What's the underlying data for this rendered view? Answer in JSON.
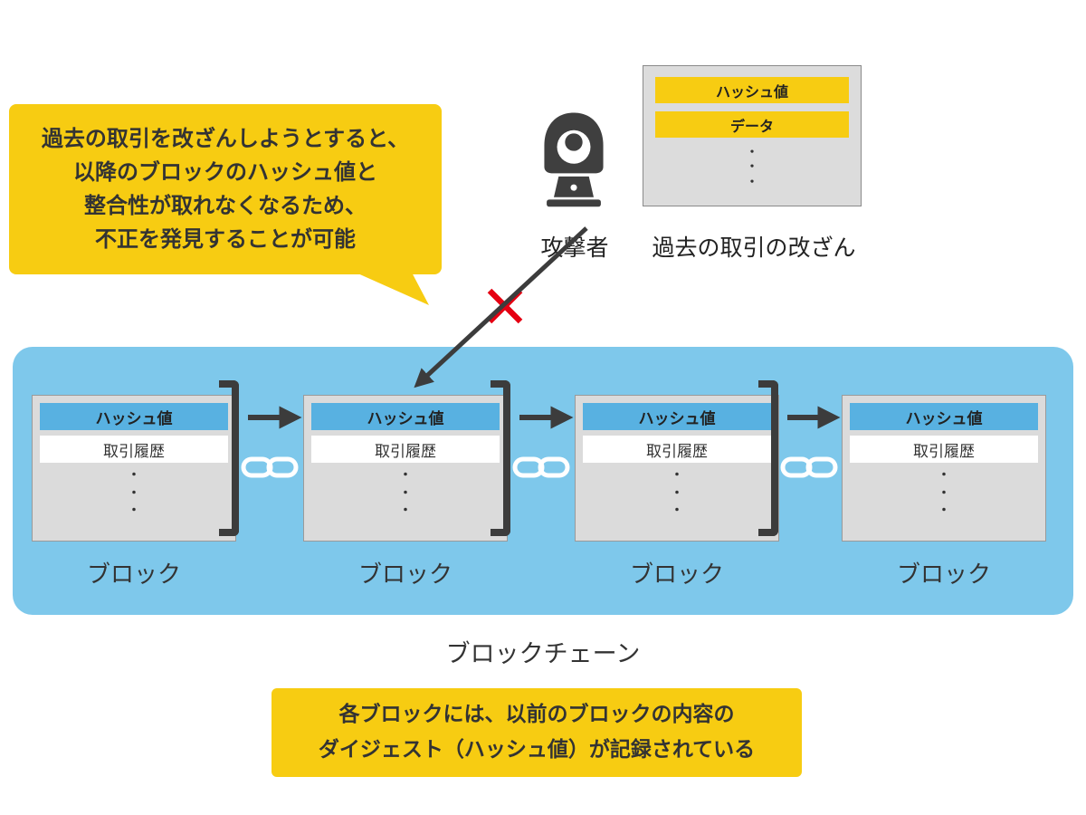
{
  "colors": {
    "yellow": "#F7CC12",
    "blue_bg": "#7EC8EB",
    "block_header": "#58B1E1",
    "box_gray": "#DCDCDC",
    "dark": "#3C3C3C",
    "red": "#E50012"
  },
  "speech_bubble": {
    "text": "過去の取引を改ざんしようとすると、\n以降のブロックのハッシュ値と\n整合性が取れなくなるため、\n不正を発見することが可能"
  },
  "attacker": {
    "label": "攻撃者"
  },
  "tamper_box": {
    "hash_label": "ハッシュ値",
    "data_label": "データ",
    "dots": "・\n・\n・",
    "caption": "過去の取引の改ざん"
  },
  "cross": {
    "symbol": "✕"
  },
  "blockchain": {
    "title": "ブロックチェーン",
    "blocks": [
      {
        "header": "ハッシュ値",
        "row": "取引履歴",
        "dots": "・\n・\n・",
        "label": "ブロック"
      },
      {
        "header": "ハッシュ値",
        "row": "取引履歴",
        "dots": "・\n・\n・",
        "label": "ブロック"
      },
      {
        "header": "ハッシュ値",
        "row": "取引履歴",
        "dots": "・\n・\n・",
        "label": "ブロック"
      },
      {
        "header": "ハッシュ値",
        "row": "取引履歴",
        "dots": "・\n・\n・",
        "label": "ブロック"
      }
    ]
  },
  "bottom_note": {
    "text": "各ブロックには、以前のブロックの内容の\nダイジェスト（ハッシュ値）が記録されている"
  }
}
